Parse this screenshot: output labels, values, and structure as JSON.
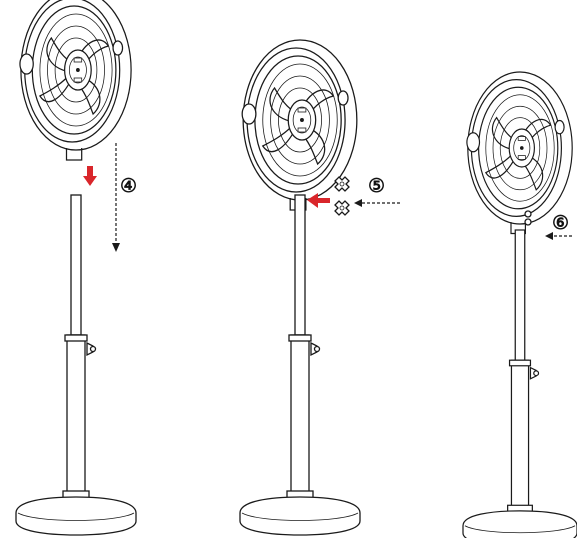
{
  "steps": [
    {
      "label": "④"
    },
    {
      "label": "⑤"
    },
    {
      "label": "⑥"
    }
  ],
  "colors": {
    "accent_arrow": "#d9262b",
    "line": "#1a1a1a"
  }
}
